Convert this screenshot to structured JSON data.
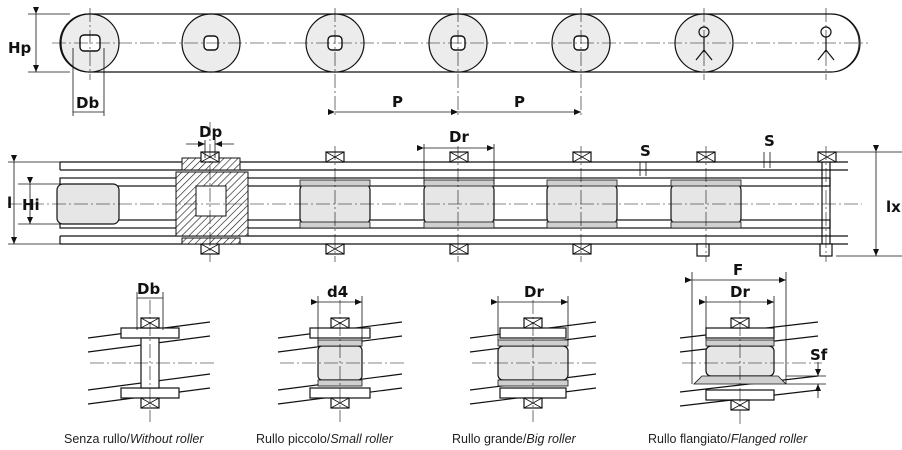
{
  "labels": {
    "Hp": "Hp",
    "Db_top": "Db",
    "P1": "P",
    "P2": "P",
    "Dp": "Dp",
    "Dr_mid": "Dr",
    "S1": "S",
    "S2": "S",
    "l_left": "l",
    "Hi": "Hi",
    "lx": "lx",
    "Db_bottom": "Db",
    "d4": "d4",
    "Dr_big": "Dr",
    "F": "F",
    "Dr_flanged": "Dr",
    "Sf": "Sf"
  },
  "captions": [
    {
      "it": "Senza rullo/",
      "en": "Without roller"
    },
    {
      "it": "Rullo piccolo/",
      "en": "Small roller"
    },
    {
      "it": "Rullo grande/",
      "en": "Big roller"
    },
    {
      "it": "Rullo flangiato/",
      "en": "Flanged roller"
    }
  ],
  "icons": [
    "cotter-pin-icon",
    "pin-head-icon"
  ],
  "colors": {
    "line": "#111111",
    "roller_fill": "#e6e6e6",
    "background": "#ffffff"
  }
}
